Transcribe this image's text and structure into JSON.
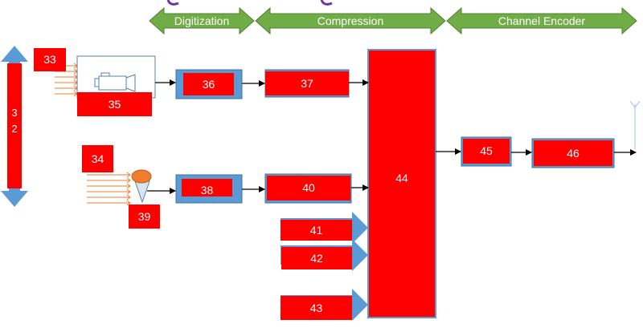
{
  "colors": {
    "red": "#ff0000",
    "blue": "#5b9bd5",
    "blue_border": "#41719c",
    "green": "#70ad47",
    "green_border": "#507e32",
    "orange": "#ed7d31",
    "purple": "#7030a0",
    "arrow": "#000000"
  },
  "stages": {
    "digitization": "Digitization",
    "compression": "Compression",
    "channel_encoder": "Channel Encoder"
  },
  "labels": {
    "l32a": "3",
    "l32b": "2",
    "l33": "33",
    "l34": "34",
    "l35": "35",
    "l36": "36",
    "l37": "37",
    "l38": "38",
    "l39": "39",
    "l40": "40",
    "l41": "41",
    "l42": "42",
    "l43": "43",
    "l44": "44",
    "l45": "45",
    "l46": "46"
  },
  "icons": {
    "camera": "video-camera-icon",
    "microphone": "microphone-icon",
    "antenna": "antenna-icon"
  }
}
